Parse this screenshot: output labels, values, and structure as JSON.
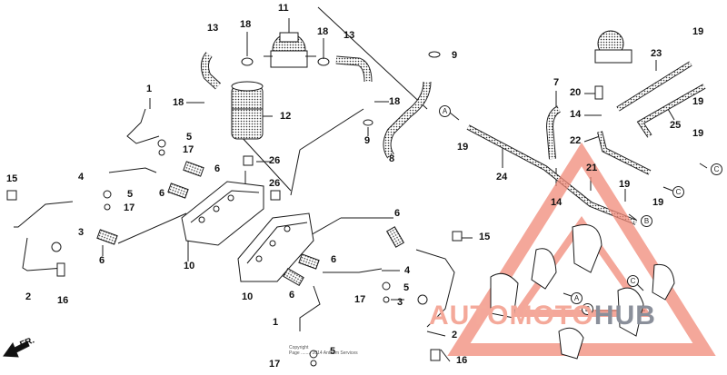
{
  "callouts": [
    {
      "id": "c11",
      "text": "11"
    },
    {
      "id": "c18a",
      "text": "18"
    },
    {
      "id": "c13a",
      "text": "13"
    },
    {
      "id": "c18b",
      "text": "18"
    },
    {
      "id": "c13b",
      "text": "13"
    },
    {
      "id": "c9a",
      "text": "9"
    },
    {
      "id": "c1a",
      "text": "1"
    },
    {
      "id": "c18c",
      "text": "18"
    },
    {
      "id": "c12",
      "text": "12"
    },
    {
      "id": "c18d",
      "text": "18"
    },
    {
      "id": "c9b",
      "text": "9"
    },
    {
      "id": "c5a",
      "text": "5"
    },
    {
      "id": "c17a",
      "text": "17"
    },
    {
      "id": "c8",
      "text": "8"
    },
    {
      "id": "c26a",
      "text": "26"
    },
    {
      "id": "c15a",
      "text": "15"
    },
    {
      "id": "c4a",
      "text": "4"
    },
    {
      "id": "c6a",
      "text": "6"
    },
    {
      "id": "c5b",
      "text": "5"
    },
    {
      "id": "c6b",
      "text": "6"
    },
    {
      "id": "c17b",
      "text": "17"
    },
    {
      "id": "c26b",
      "text": "26"
    },
    {
      "id": "c3a",
      "text": "3"
    },
    {
      "id": "c6c",
      "text": "6"
    },
    {
      "id": "c6d",
      "text": "6"
    },
    {
      "id": "c10a",
      "text": "10"
    },
    {
      "id": "c2a",
      "text": "2"
    },
    {
      "id": "c16a",
      "text": "16"
    },
    {
      "id": "c10b",
      "text": "10"
    },
    {
      "id": "c6e",
      "text": "6"
    },
    {
      "id": "c1b",
      "text": "1"
    },
    {
      "id": "c6f",
      "text": "6"
    },
    {
      "id": "c4b",
      "text": "4"
    },
    {
      "id": "c5c",
      "text": "5"
    },
    {
      "id": "c17c",
      "text": "17"
    },
    {
      "id": "c3b",
      "text": "3"
    },
    {
      "id": "c15b",
      "text": "15"
    },
    {
      "id": "c2b",
      "text": "2"
    },
    {
      "id": "c16b",
      "text": "16"
    },
    {
      "id": "c17d",
      "text": "17"
    },
    {
      "id": "c5d",
      "text": "5"
    },
    {
      "id": "c19a",
      "text": "19"
    },
    {
      "id": "c24",
      "text": "24"
    },
    {
      "id": "c7",
      "text": "7"
    },
    {
      "id": "c20",
      "text": "20"
    },
    {
      "id": "c14a",
      "text": "14"
    },
    {
      "id": "c22",
      "text": "22"
    },
    {
      "id": "c23",
      "text": "23"
    },
    {
      "id": "c19b",
      "text": "19"
    },
    {
      "id": "c19c",
      "text": "19"
    },
    {
      "id": "c25",
      "text": "25"
    },
    {
      "id": "c19d",
      "text": "19"
    },
    {
      "id": "c21",
      "text": "21"
    },
    {
      "id": "c14b",
      "text": "14"
    },
    {
      "id": "c19e",
      "text": "19"
    },
    {
      "id": "c19f",
      "text": "19"
    }
  ],
  "refs": [
    {
      "id": "rA1",
      "text": "A"
    },
    {
      "id": "rC1",
      "text": "C"
    },
    {
      "id": "rC2",
      "text": "C"
    },
    {
      "id": "rB1",
      "text": "B"
    },
    {
      "id": "rC3",
      "text": "C"
    },
    {
      "id": "rA2",
      "text": "A"
    },
    {
      "id": "rB2",
      "text": "B"
    }
  ],
  "direction_label": "FR.",
  "copyright": [
    "Copyright",
    "Page ........ 2014 Anthem Services"
  ],
  "watermark": {
    "part1": "AUTOMOTO",
    "part2": "HUB"
  },
  "colors": {
    "line": "#1a1a1a",
    "watermark_red": "#f08a78",
    "watermark_gray": "#8a8f9a"
  }
}
